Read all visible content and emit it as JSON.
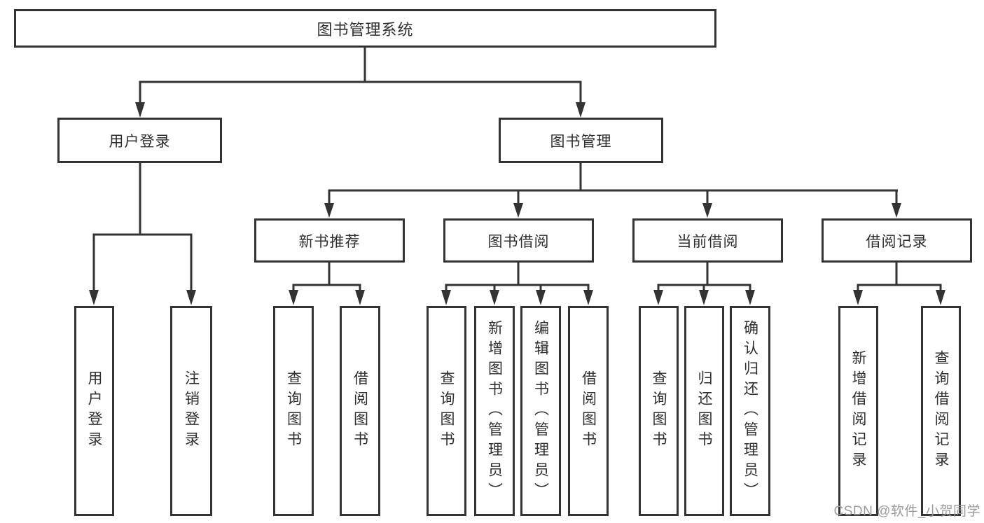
{
  "colors": {
    "line": "#333333",
    "text": "#2e2e2e",
    "background": "#ffffff",
    "watermark": "#9c9c9c"
  },
  "tree": {
    "root": {
      "label": "图书管理系统",
      "children": [
        {
          "label": "用户登录",
          "children": [
            {
              "label": "用户登录"
            },
            {
              "label": "注销登录"
            }
          ]
        },
        {
          "label": "图书管理",
          "children": [
            {
              "label": "新书推荐",
              "children": [
                {
                  "label": "查询图书"
                },
                {
                  "label": "借阅图书"
                }
              ]
            },
            {
              "label": "图书借阅",
              "children": [
                {
                  "label": "查询图书"
                },
                {
                  "label": "新增图书（管理员）"
                },
                {
                  "label": "编辑图书（管理员）"
                },
                {
                  "label": "借阅图书"
                }
              ]
            },
            {
              "label": "当前借阅",
              "children": [
                {
                  "label": "查询图书"
                },
                {
                  "label": "归还图书"
                },
                {
                  "label": "确认归还（管理员）"
                }
              ]
            },
            {
              "label": "借阅记录",
              "children": [
                {
                  "label": "新增借阅记录"
                },
                {
                  "label": "查询借阅记录"
                }
              ]
            }
          ]
        }
      ]
    }
  },
  "watermark": {
    "text": "CSDN @软件_小贺同学"
  }
}
